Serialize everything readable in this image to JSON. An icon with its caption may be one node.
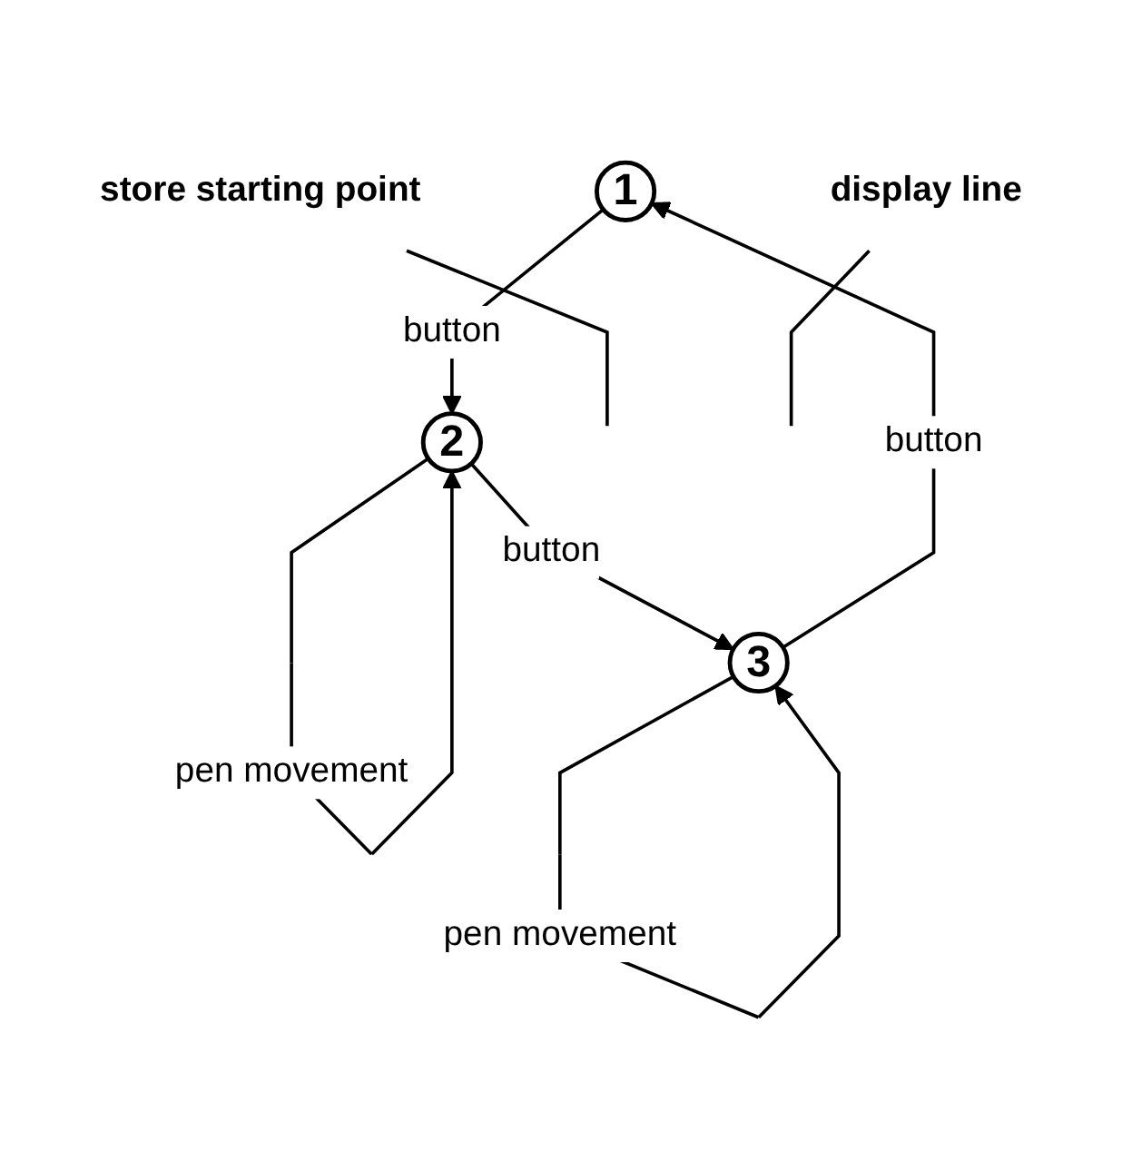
{
  "diagram": {
    "nodes": [
      {
        "text": [
          "1"
        ]
      },
      {
        "text": [
          "2"
        ]
      },
      {
        "text": [
          "3"
        ]
      },
      {
        "text": [
          "store starting point"
        ]
      },
      {
        "text": [
          "display line"
        ]
      }
    ],
    "edges": [
      {
        "from": 0,
        "to": 1,
        "label": "button",
        "arrow": "to"
      },
      {
        "from": 1,
        "to": 2,
        "label": "button",
        "arrow": "to"
      },
      {
        "from": 2,
        "to": 0,
        "label": "button",
        "arrow": "to"
      },
      {
        "from": 1,
        "to": 1,
        "label": "pen movement",
        "arrow": "to"
      },
      {
        "from": 2,
        "to": 2,
        "label": "pen movement",
        "arrow": "to"
      },
      {
        "from": 3,
        "to": null,
        "arrow": "none"
      },
      {
        "from": 4,
        "to": null,
        "arrow": "none"
      }
    ]
  }
}
